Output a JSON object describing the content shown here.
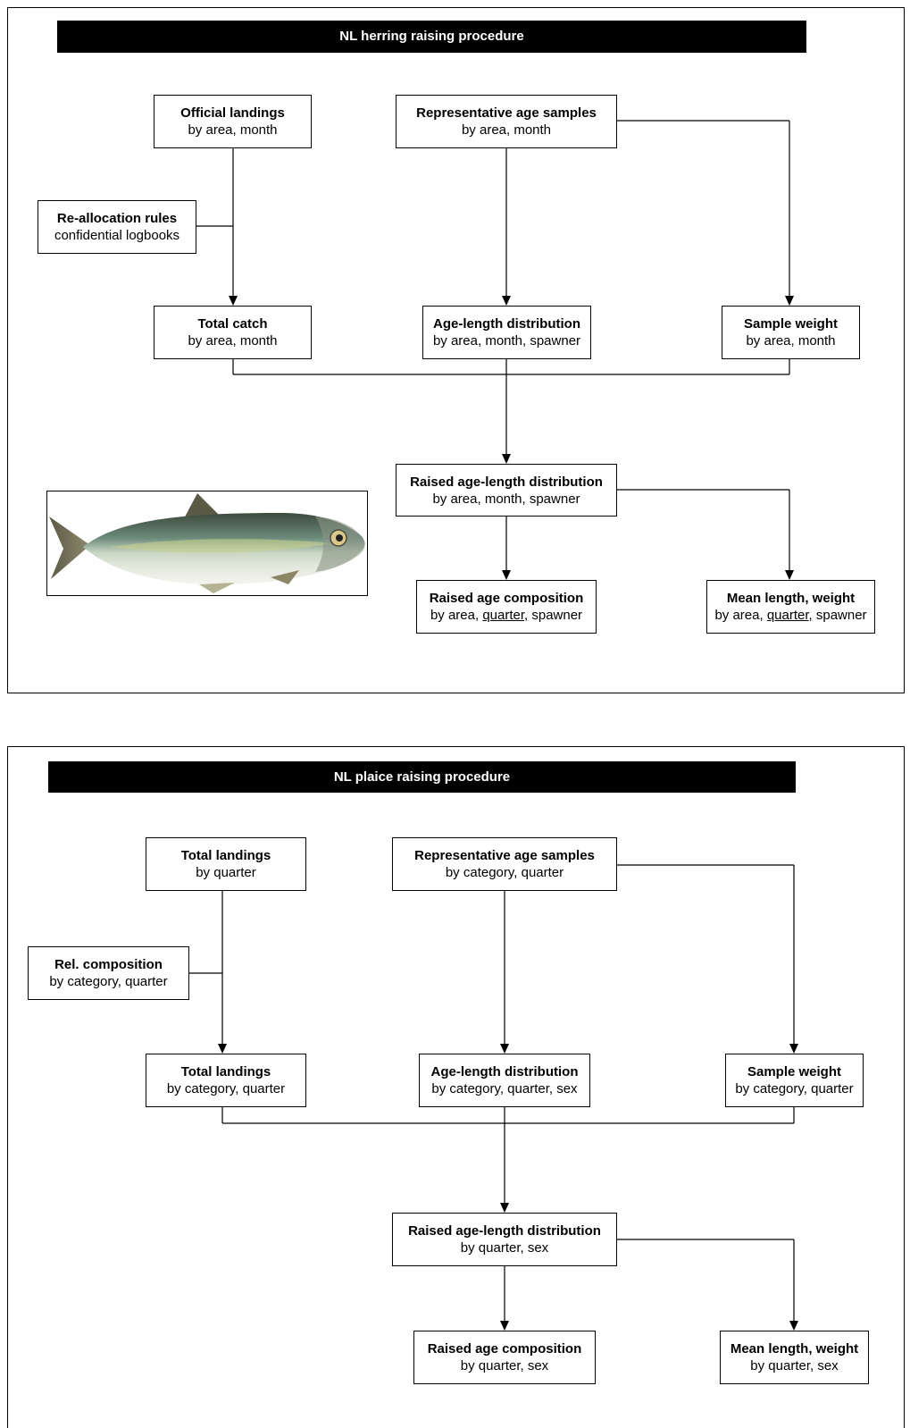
{
  "herring": {
    "title": "NL herring raising procedure",
    "official_landings": {
      "title": "Official landings",
      "sub": "by area, month"
    },
    "rep_samples": {
      "title": "Representative age samples",
      "sub": "by area, month"
    },
    "reallocation": {
      "title": "Re-allocation rules",
      "sub": "confidential logbooks"
    },
    "total_catch": {
      "title": "Total catch",
      "sub": "by area, month"
    },
    "age_length": {
      "title": "Age-length distribution",
      "sub": "by area, month, spawner"
    },
    "sample_weight": {
      "title": "Sample weight",
      "sub": "by area, month"
    },
    "raised_al": {
      "title": "Raised age-length distribution",
      "sub": "by area, month, spawner"
    },
    "raised_age": {
      "title": "Raised age composition",
      "sub_a": "by area, ",
      "sub_u": "quarter,",
      "sub_b": " spawner"
    },
    "mean_lw": {
      "title": "Mean length, weight",
      "sub_a": "by area, ",
      "sub_u": "quarter,",
      "sub_b": " spawner"
    },
    "fish_image": "herring-fish-illustration"
  },
  "plaice": {
    "title": "NL plaice raising procedure",
    "total_landings_q": {
      "title": "Total landings",
      "sub": "by quarter"
    },
    "rep_samples": {
      "title": "Representative age samples",
      "sub": "by category, quarter"
    },
    "rel_composition": {
      "title": "Rel. composition",
      "sub": "by category, quarter"
    },
    "total_landings_cq": {
      "title": "Total landings",
      "sub": "by category, quarter"
    },
    "age_length": {
      "title": "Age-length distribution",
      "sub": "by category, quarter, sex"
    },
    "sample_weight": {
      "title": "Sample weight",
      "sub": "by category, quarter"
    },
    "raised_al": {
      "title": "Raised age-length distribution",
      "sub": "by quarter, sex"
    },
    "raised_age": {
      "title": "Raised age composition",
      "sub": "by quarter, sex"
    },
    "mean_lw": {
      "title": "Mean length, weight",
      "sub": "by quarter, sex"
    }
  }
}
